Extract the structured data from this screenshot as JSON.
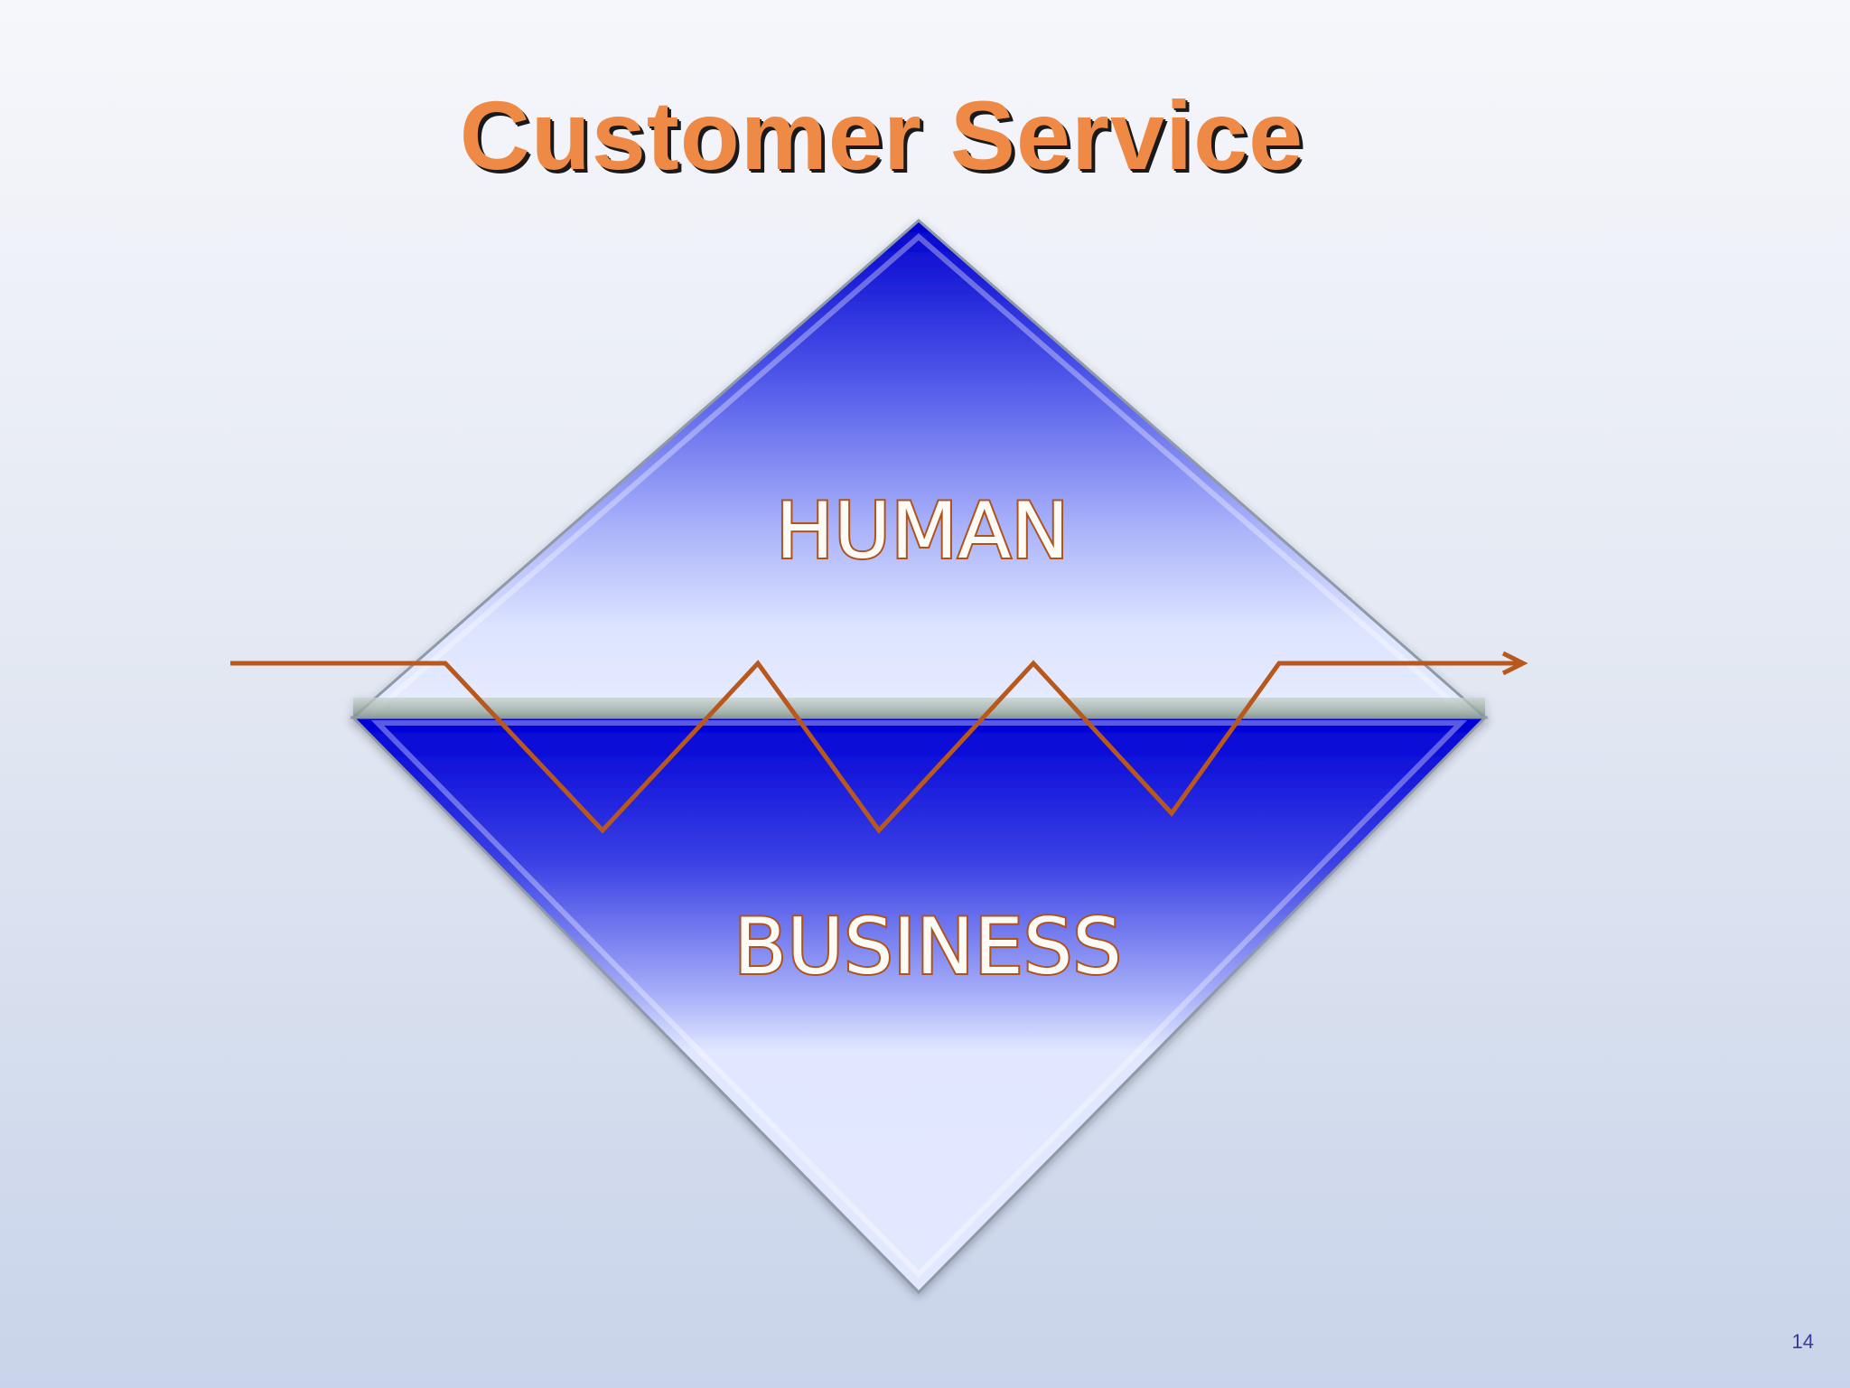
{
  "slide": {
    "title": "Customer Service",
    "page_number": "14"
  },
  "diagram": {
    "upper_label": "HUMAN",
    "lower_label": "BUSINESS",
    "colors": {
      "title": "#ee8a45",
      "diamond_dark": "#0a0ad8",
      "diamond_light": "#dfe6ff",
      "zigzag_line": "#b8581c",
      "label_outline": "#b0521a"
    },
    "icons": [
      "diamond-shape",
      "zigzag-arrow"
    ]
  }
}
